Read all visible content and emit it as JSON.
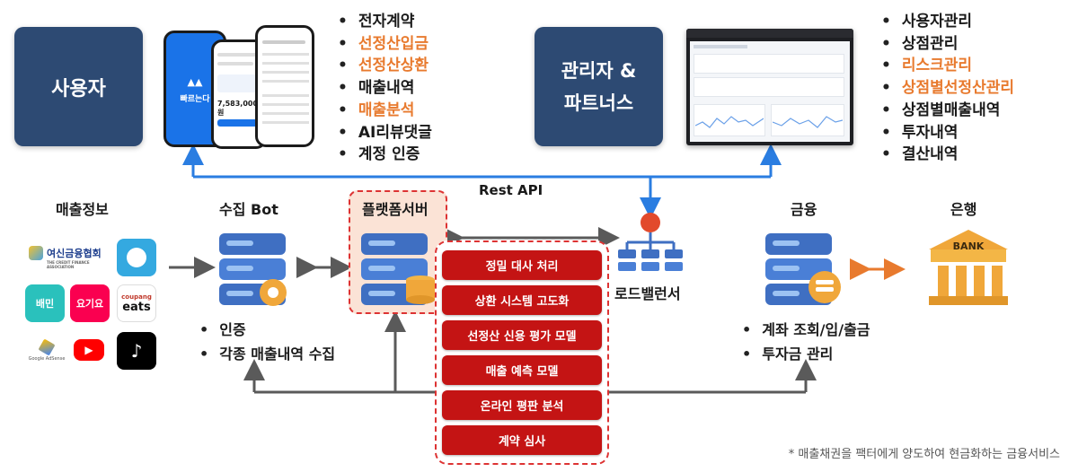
{
  "roles": {
    "user": "사용자",
    "admin_line1": "관리자 &",
    "admin_line2": "파트너스"
  },
  "user_features": [
    {
      "text": "전자계약",
      "highlight": false
    },
    {
      "text": "선정산입금",
      "highlight": true
    },
    {
      "text": "선정산상환",
      "highlight": true
    },
    {
      "text": "매출내역",
      "highlight": false
    },
    {
      "text": "매출분석",
      "highlight": true
    },
    {
      "text": "AI리뷰댓글",
      "highlight": false
    },
    {
      "text": "계정 인증",
      "highlight": false
    }
  ],
  "admin_features": [
    {
      "text": "사용자관리",
      "highlight": false
    },
    {
      "text": "상점관리",
      "highlight": false
    },
    {
      "text": "리스크관리",
      "highlight": true
    },
    {
      "text": "상점별선정산관리",
      "highlight": true
    },
    {
      "text": "상점별매출내역",
      "highlight": false
    },
    {
      "text": "투자내역",
      "highlight": false
    },
    {
      "text": "결산내역",
      "highlight": false
    }
  ],
  "rest_api": "Rest API",
  "sections": {
    "sales_info": "매출정보",
    "collect_bot": "수집 Bot",
    "platform_server": "플랫폼서버",
    "load_balancer": "로드밸런서",
    "finance": "금융",
    "bank": "은행"
  },
  "sales_logos": {
    "credit_finance": "여신금융협회",
    "credit_finance_sub": "THE CREDIT FINANCE ASSOCIATION",
    "coupang": "coupang",
    "eats": "eats",
    "yogiyo": "요기요",
    "baemin": "배민",
    "adsense": "Google AdSense"
  },
  "bot_features": [
    "인증",
    "각종 매출내역 수집"
  ],
  "server_functions": [
    "정밀 대사 처리",
    "상환 시스템 고도화",
    "선정산 신용 평가 모델",
    "매출 예측 모델",
    "온라인 평판 분석",
    "계약 심사"
  ],
  "finance_features": [
    "계좌 조회/입/출금",
    "투자금 관리"
  ],
  "bank_sign": "BANK",
  "phone_app": {
    "splash_text": "빠르는다",
    "amount": "7,583,000",
    "amount_unit": "원"
  },
  "footnote": "* 매출채권을 팩터에게 양도하여 현금화하는 금융서비스",
  "colors": {
    "role_box": "#2d4a73",
    "highlight": "#e87a2e",
    "arrow_blue": "#2a7de1",
    "arrow_gray": "#5a5a5a",
    "arrow_orange": "#e87a2e",
    "server_red": "#c41414"
  }
}
